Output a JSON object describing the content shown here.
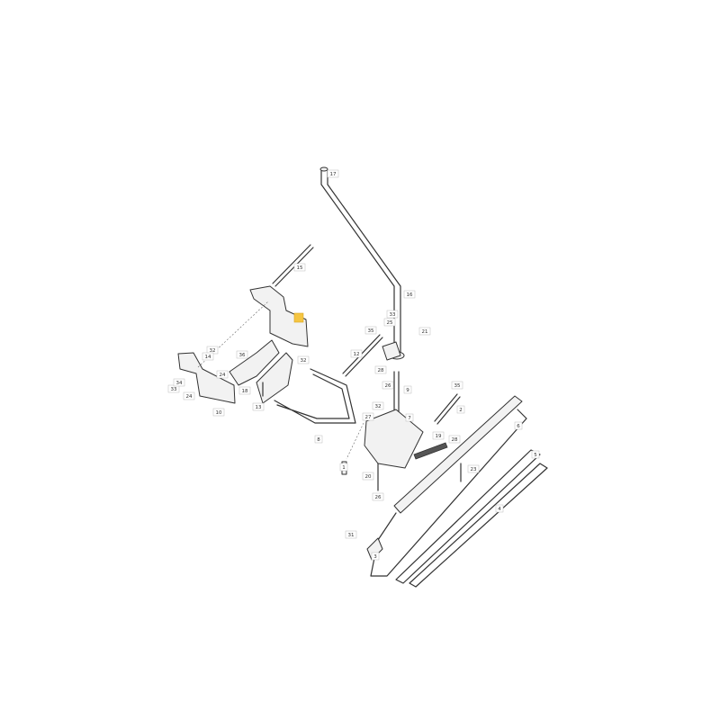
{
  "diagram": {
    "highlight_color": "#f5c542",
    "callouts": [
      {
        "id": "17"
      },
      {
        "id": "15"
      },
      {
        "id": "16"
      },
      {
        "id": "33"
      },
      {
        "id": "25"
      },
      {
        "id": "35"
      },
      {
        "id": "21"
      },
      {
        "id": "12"
      },
      {
        "id": "28"
      },
      {
        "id": "26"
      },
      {
        "id": "9"
      },
      {
        "id": "35"
      },
      {
        "id": "2"
      },
      {
        "id": "32"
      },
      {
        "id": "14"
      },
      {
        "id": "36"
      },
      {
        "id": "33"
      },
      {
        "id": "34"
      },
      {
        "id": "24"
      },
      {
        "id": "24"
      },
      {
        "id": "10"
      },
      {
        "id": "18"
      },
      {
        "id": "13"
      },
      {
        "id": "32"
      },
      {
        "id": "8"
      },
      {
        "id": "32"
      },
      {
        "id": "27"
      },
      {
        "id": "7"
      },
      {
        "id": "19"
      },
      {
        "id": "28"
      },
      {
        "id": "23"
      },
      {
        "id": "1"
      },
      {
        "id": "20"
      },
      {
        "id": "26"
      },
      {
        "id": "6"
      },
      {
        "id": "5"
      },
      {
        "id": "4"
      },
      {
        "id": "31"
      },
      {
        "id": "3"
      }
    ]
  }
}
